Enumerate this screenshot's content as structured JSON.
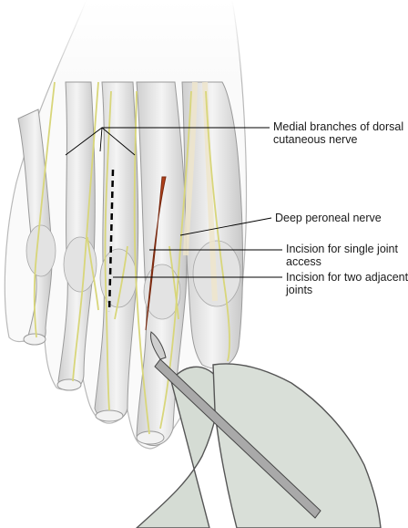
{
  "labels": {
    "medial_branches_line1": "Medial branches of dorsal",
    "medial_branches_line2": "cutaneous nerve",
    "deep_peroneal": "Deep peroneal nerve",
    "single_joint_line1": "Incision for single joint",
    "single_joint_line2": "access",
    "two_joints_line1": "Incision for two adjacent",
    "two_joints_line2": "joints"
  },
  "colors": {
    "bone": "#eeeeee",
    "bone_shade": "#c9c9c9",
    "bone_outline": "#9a9a9a",
    "nerve": "#d8d67a",
    "tendon": "#efe6cc",
    "incision": "#b0401a",
    "glove": "#d5dcd4",
    "glove_outline": "#555555",
    "scalpel": "#9a9a9a",
    "leader_line": "#000000"
  }
}
